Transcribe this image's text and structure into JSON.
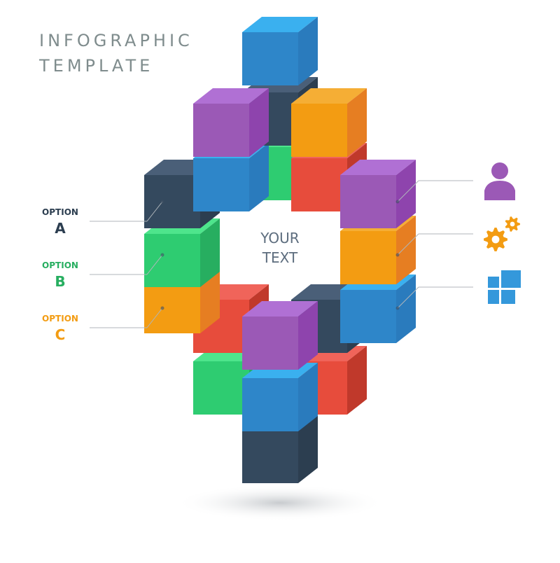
{
  "title": {
    "line1": "INFOGRAPHIC",
    "line2": "TEMPLATE"
  },
  "center_text": {
    "line1": "YOUR",
    "line2": "TEXT"
  },
  "options": [
    {
      "word": "OPTION",
      "letter": "A",
      "color": "#2c3e50"
    },
    {
      "word": "OPTION",
      "letter": "B",
      "color": "#27ae60"
    },
    {
      "word": "OPTION",
      "letter": "C",
      "color": "#f39c12"
    }
  ],
  "right_icons": [
    {
      "icon": "user-icon",
      "color": "#9b59b6"
    },
    {
      "icon": "gears-icon",
      "color": "#f39c12"
    },
    {
      "icon": "windows-icon",
      "color": "#3498db"
    }
  ],
  "palette": {
    "blue": [
      "#3ab0ef",
      "#2e86c9",
      "#2a7bbd"
    ],
    "navy": [
      "#4a5f78",
      "#34495e",
      "#2c3e50"
    ],
    "purple": [
      "#b070d4",
      "#9b59b6",
      "#8e44ad"
    ],
    "orange": [
      "#f5ae35",
      "#f39c12",
      "#e67e22"
    ],
    "green": [
      "#4ee58c",
      "#2ecc71",
      "#27ae60"
    ],
    "red": [
      "#f0645a",
      "#e74c3c",
      "#c0392b"
    ],
    "text_gray": "#7f8c8d",
    "connector": "#b0b6bb"
  }
}
